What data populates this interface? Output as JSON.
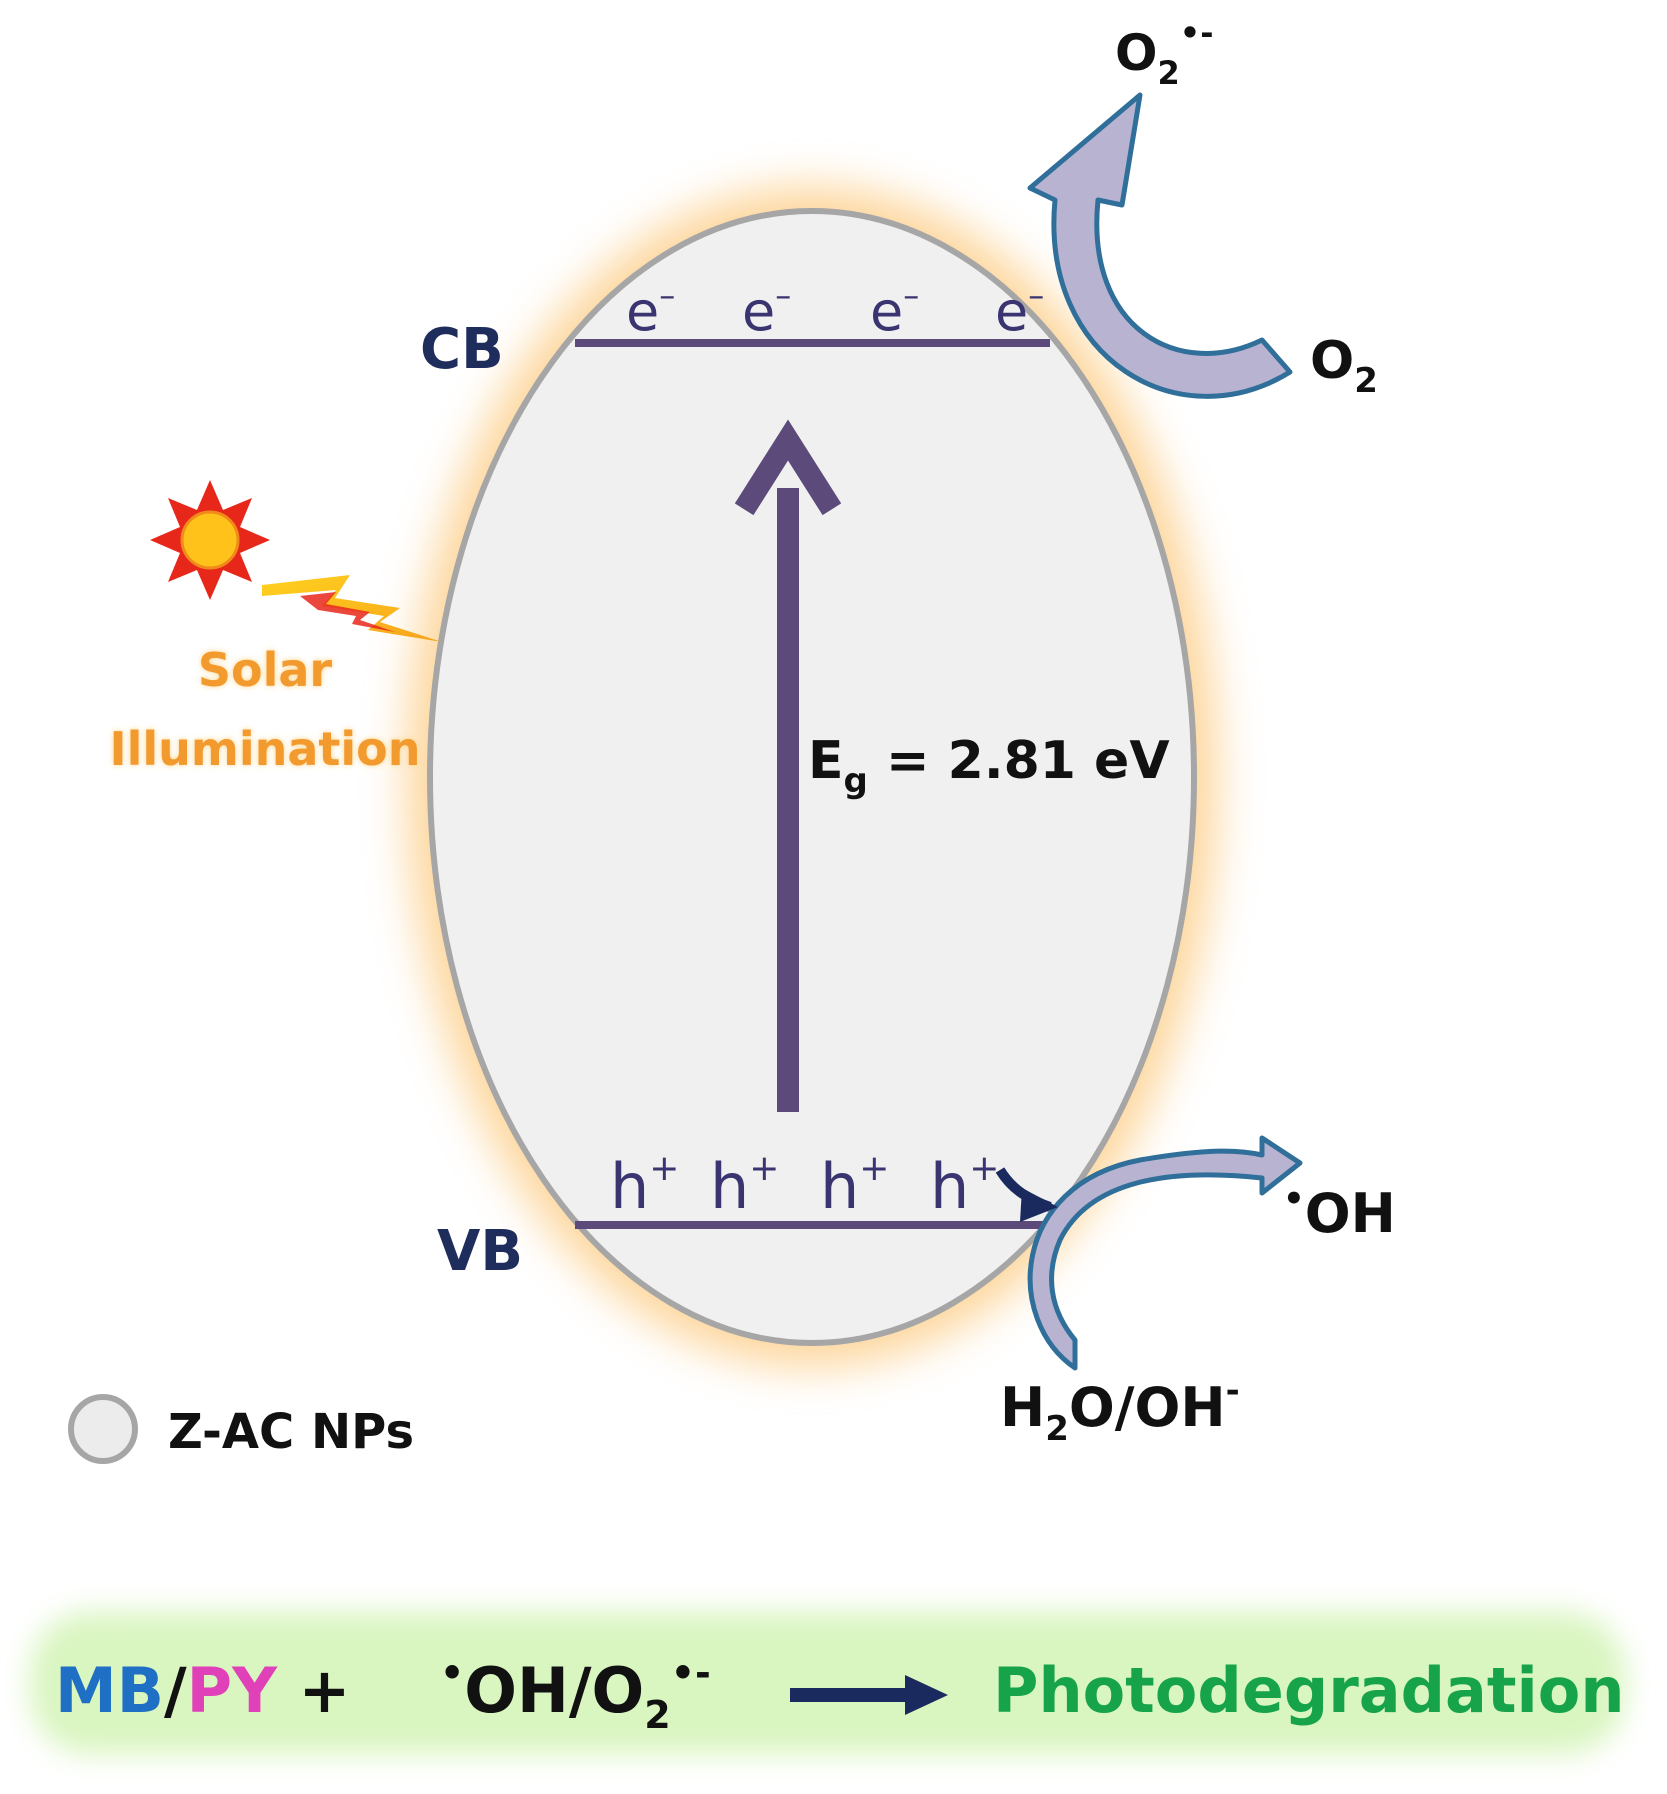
{
  "labels": {
    "cb": "CB",
    "vb": "VB",
    "electron_base": "e",
    "electron_charge": "–",
    "hole_base": "h",
    "hole_charge": "+",
    "bandgap_base": "E",
    "bandgap_sub": "g",
    "bandgap_value": " = 2.81 eV",
    "solar_line1": "Solar",
    "solar_line2": "Illumination",
    "superoxide_base": "O",
    "superoxide_sub": "2",
    "superoxide_sup": "•-",
    "oxygen_base": "O",
    "oxygen_sub": "2",
    "hydroxyl_dot": "•",
    "hydroxyl_text": "OH",
    "water_h": "H",
    "water_sub": "2",
    "water_rest": "O/OH",
    "water_sup": "-"
  },
  "legend": {
    "label": "Z-AC NPs"
  },
  "reaction": {
    "dye_mb": "MB",
    "slash": "/",
    "dye_py": "PY",
    "plus": " +",
    "radical_dot": "•",
    "radical_oh": "OH/O",
    "radical_sub": "2",
    "radical_sup": "•-",
    "product": "Photodegradation"
  },
  "colors": {
    "band_line": "#5b4a7a",
    "band_text": "#1f2d5c",
    "carrier_text": "#3a3470",
    "particle_fill": "#f0f0f0",
    "particle_stroke": "#a6a6a6",
    "glow": "#fbb44a",
    "solar_text": "#f29a2e",
    "curved_arrow_fill": "#b9b3d2",
    "curved_arrow_stroke": "#2f6f9a",
    "mb": "#1f6fc5",
    "py": "#e040b8",
    "product": "#16a34a",
    "reaction_arrow": "#1b2a5e",
    "reaction_bg": "#d9f5c0"
  }
}
